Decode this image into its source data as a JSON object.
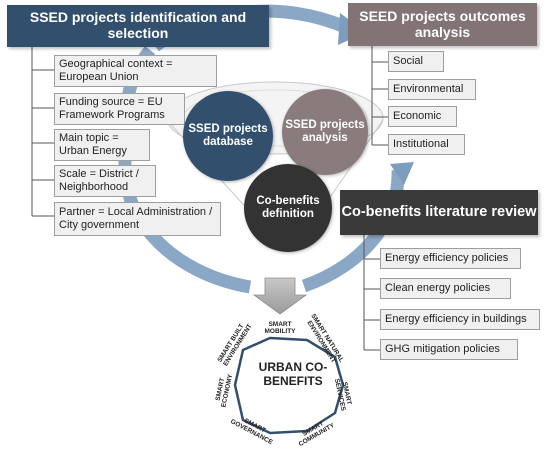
{
  "headers": {
    "ssed_identification": "SSED projects identification and selection",
    "outcomes_analysis": "SEED projects outcomes analysis",
    "cobenefits_review": "Co-benefits literature review"
  },
  "criteria": [
    "Geographical context = European Union",
    "Funding source = EU Framework Programs",
    "Main topic = Urban Energy",
    "Scale = District / Neighborhood",
    "Partner = Local Administration / City government"
  ],
  "outcomes": [
    "Social",
    "Environmental",
    "Economic",
    "Institutional"
  ],
  "policies": [
    "Energy efficiency policies",
    "Clean energy  policies",
    "Energy efficiency in buildings",
    "GHG mitigation policies"
  ],
  "circles": {
    "database": "SSED projects database",
    "analysis": "SSED projects analysis",
    "definition": "Co-benefits definition"
  },
  "octagon": {
    "title": "URBAN CO-BENEFITS",
    "labels": {
      "mobility": "SMART MOBILITY",
      "natural_environment": "SMART NATURAL ENVIRONMENT",
      "services": "SMART SERVICES",
      "community": "SMART COMMUNITY",
      "governance": "SMART GOVERNANCE",
      "economy": "SMART ECONOMY",
      "built_environment": "SMART BUILT ENVIRONMENT"
    }
  },
  "colors": {
    "navy": "#324f6e",
    "taupe": "#827474",
    "dark": "#3a3a3a",
    "arrow_blue": "#7d9dbf",
    "box_fill": "#f0f0f0"
  }
}
